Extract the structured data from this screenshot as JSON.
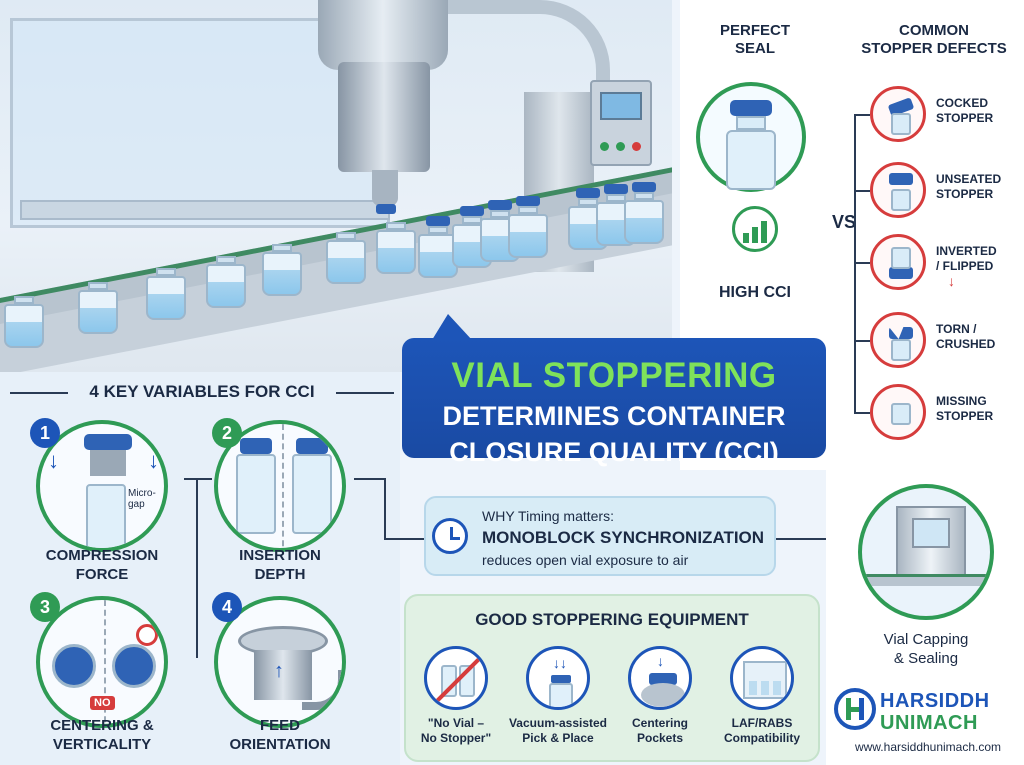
{
  "headline": {
    "line1": "VIAL STOPPERING",
    "line2": "DETERMINES CONTAINER",
    "line3": "CLOSURE QUALITY (CCI)"
  },
  "comparison": {
    "seal_title_1": "PERFECT",
    "seal_title_2": "SEAL",
    "vs": "VS",
    "high_cci": "HIGH CCI",
    "defects_title_1": "COMMON",
    "defects_title_2": "STOPPER DEFECTS",
    "defects": [
      {
        "line1": "COCKED",
        "line2": "STOPPER"
      },
      {
        "line1": "UNSEATED",
        "line2": "STOPPER"
      },
      {
        "line1": "INVERTED",
        "line2": "/ FLIPPED"
      },
      {
        "line1": "TORN /",
        "line2": "CRUSHED"
      },
      {
        "line1": "MISSING",
        "line2": "STOPPER"
      }
    ]
  },
  "variables": {
    "title": "4 KEY VARIABLES FOR CCI",
    "items": [
      {
        "number": "1",
        "line1": "COMPRESSION",
        "line2": "FORCE",
        "note": "Micro-gap"
      },
      {
        "number": "2",
        "line1": "INSERTION",
        "line2": "DEPTH"
      },
      {
        "number": "3",
        "line1": "CENTERING &",
        "line2": "VERTICALITY",
        "note": "NO"
      },
      {
        "number": "4",
        "line1": "FEED",
        "line2": "ORIENTATION"
      }
    ]
  },
  "timing": {
    "line1": "WHY Timing matters:",
    "line2": "MONOBLOCK SYNCHRONIZATION",
    "line3": "reduces open vial exposure to air"
  },
  "capping": {
    "line1": "Vial Capping",
    "line2": "& Sealing"
  },
  "equipment": {
    "title": "GOOD STOPPERING EQUIPMENT",
    "items": [
      {
        "line1": "\"No Vial –",
        "line2": "No Stopper\""
      },
      {
        "line1": "Vacuum-assisted",
        "line2": "Pick & Place"
      },
      {
        "line1": "Centering",
        "line2": "Pockets"
      },
      {
        "line1": "LAF/RABS",
        "line2": "Compatibility"
      }
    ]
  },
  "brand": {
    "name1": "HARSIDDH",
    "name2": "UNIMACH",
    "url": "www.harsiddhunimach.com"
  },
  "colors": {
    "brand_blue": "#1d55b8",
    "accent_green": "#7fe25a",
    "ring_green": "#2f9b55",
    "defect_red": "#d63c3c"
  }
}
